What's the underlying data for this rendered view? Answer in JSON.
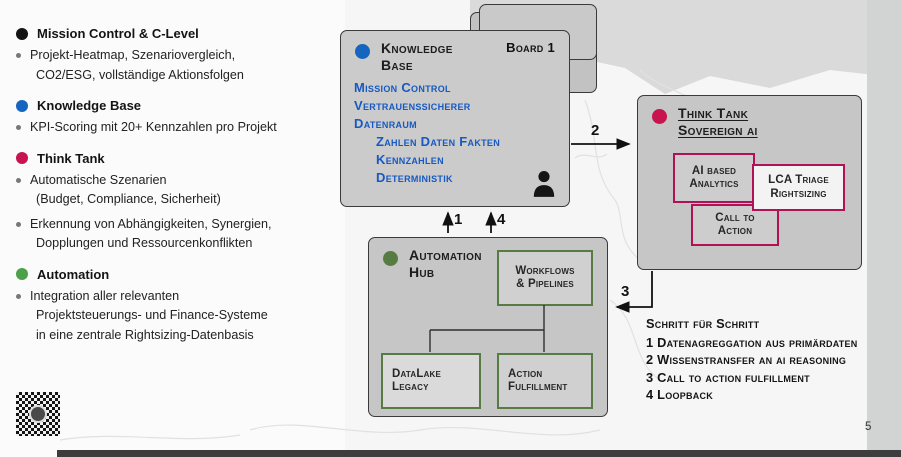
{
  "slide": {
    "page_number": "5"
  },
  "colors": {
    "mission_control_dot": "#141414",
    "knowledge_base_blue": "#1565c0",
    "think_tank_magenta": "#c9134f",
    "automation_green_legend": "#4aa147",
    "automation_green_box": "#567c44",
    "kb_text_blue": "#1659c2",
    "magenta_border": "#b11155",
    "panel_gray": "#c6c6c6"
  },
  "legend": {
    "mission_control": {
      "title": "Mission Control & C-Level",
      "bullet1": [
        "Projekt-Heatmap, Szenariovergleich,",
        "CO2/ESG, vollständige Aktionsfolgen"
      ]
    },
    "knowledge_base": {
      "title": "Knowledge Base",
      "bullet1": [
        "KPI-Scoring mit 20+ Kennzahlen pro Projekt"
      ]
    },
    "think_tank": {
      "title": "Think Tank",
      "bullet1": [
        "Automatische Szenarien",
        "(Budget, Compliance, Sicherheit)"
      ],
      "bullet2": [
        "Erkennung von Abhängigkeiten, Synergien,",
        "Dopplungen und Ressourcenkonflikten"
      ]
    },
    "automation": {
      "title": "Automation",
      "bullet1": [
        "Integration aller relevanten",
        "Projektsteuerungs- und Finance-Systeme",
        "in eine zentrale Rightsizing-Datenbasis"
      ]
    }
  },
  "diagram": {
    "knowledge_base": {
      "title": [
        "Knowledge",
        "Base"
      ],
      "board_label": "Board 1",
      "items": [
        "Mission Control",
        "Vertrauenssicherer",
        "Datenraum"
      ],
      "sub_items": [
        "Zahlen Daten Fakten",
        "Kennzahlen",
        "Deterministik"
      ]
    },
    "think_tank": {
      "title": [
        "Think Tank",
        "Sovereign ai"
      ],
      "analytics_box": [
        "AI based",
        "Analytics"
      ],
      "lca_box": [
        "LCA Triage",
        "Rightsizing"
      ],
      "call_to_action_box": [
        "Call to",
        "Action"
      ]
    },
    "automation_hub": {
      "title": [
        "Automation",
        "Hub"
      ],
      "workflows_box": [
        "Workflows",
        "& Pipelines"
      ],
      "datalake_box": [
        "DataLake",
        "Legacy"
      ],
      "fulfillment_box": [
        "Action",
        "Fulfillment"
      ]
    },
    "arrow_labels": {
      "one": "1",
      "two": "2",
      "three": "3",
      "four": "4"
    }
  },
  "steps": {
    "title": "Schritt für Schritt",
    "items": [
      "1 Datenagreggation aus primärdaten",
      "2 Wissenstransfer an ai reasoning",
      "3 Call to action fulfillment",
      "4 Loopback"
    ]
  }
}
